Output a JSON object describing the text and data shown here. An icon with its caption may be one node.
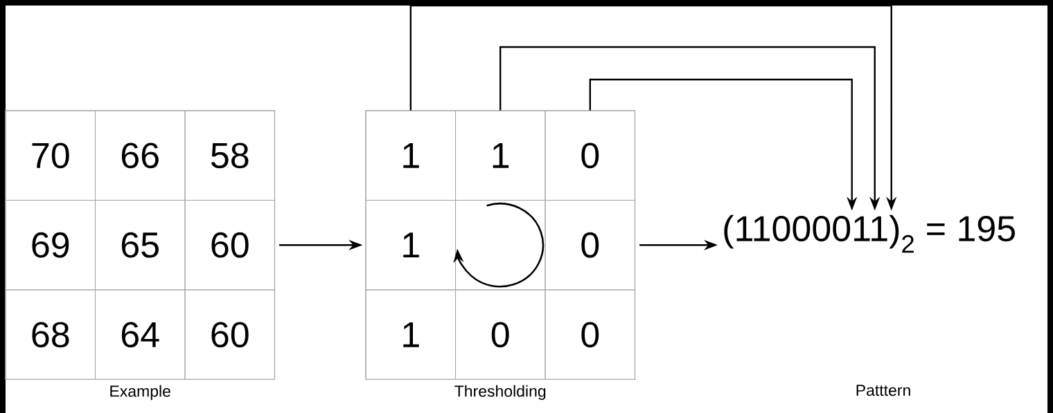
{
  "diagram": {
    "nodes": [
      {
        "text": [],
        "shape": "box",
        "beside": [
          "Example"
        ]
      },
      {
        "text": [
          "70"
        ],
        "in": 0
      },
      {
        "text": [
          "66"
        ],
        "in": 0
      },
      {
        "text": [
          "58"
        ],
        "in": 0
      },
      {
        "text": [
          "69"
        ],
        "in": 0
      },
      {
        "text": [
          "65"
        ],
        "in": 0
      },
      {
        "text": [
          "60"
        ],
        "in": 0
      },
      {
        "text": [
          "68"
        ],
        "in": 0
      },
      {
        "text": [
          "64"
        ],
        "in": 0
      },
      {
        "text": [
          "60"
        ],
        "in": 0
      },
      {
        "text": [],
        "shape": "box",
        "beside": [
          "Thresholding"
        ]
      },
      {
        "text": [
          "1"
        ],
        "in": 10
      },
      {
        "text": [
          "1"
        ],
        "in": 10
      },
      {
        "text": [
          "0"
        ],
        "in": 10
      },
      {
        "text": [
          "1"
        ],
        "in": 10
      },
      {
        "text": [],
        "shape": "box",
        "in": 10
      },
      {
        "text": [
          "0"
        ],
        "in": 10
      },
      {
        "text": [
          "1"
        ],
        "in": 10
      },
      {
        "text": [
          "0"
        ],
        "in": 10
      },
      {
        "text": [
          "0"
        ],
        "in": 10
      },
      {
        "text": [
          "(11000011)$_{2}$ = 195"
        ]
      }
    ],
    "labels": [
      "Patttern"
    ],
    "edges": [
      {
        "from": 0,
        "to": 10,
        "arrow": "to"
      },
      {
        "from": 10,
        "to": 20,
        "arrow": "to"
      },
      {
        "from": 13,
        "to": 20,
        "arrow": "to"
      },
      {
        "from": 12,
        "to": 20,
        "arrow": "to"
      },
      {
        "from": 11,
        "to": 20,
        "arrow": "to"
      },
      {
        "from": 15,
        "to": 14,
        "arrow": "to"
      }
    ]
  }
}
